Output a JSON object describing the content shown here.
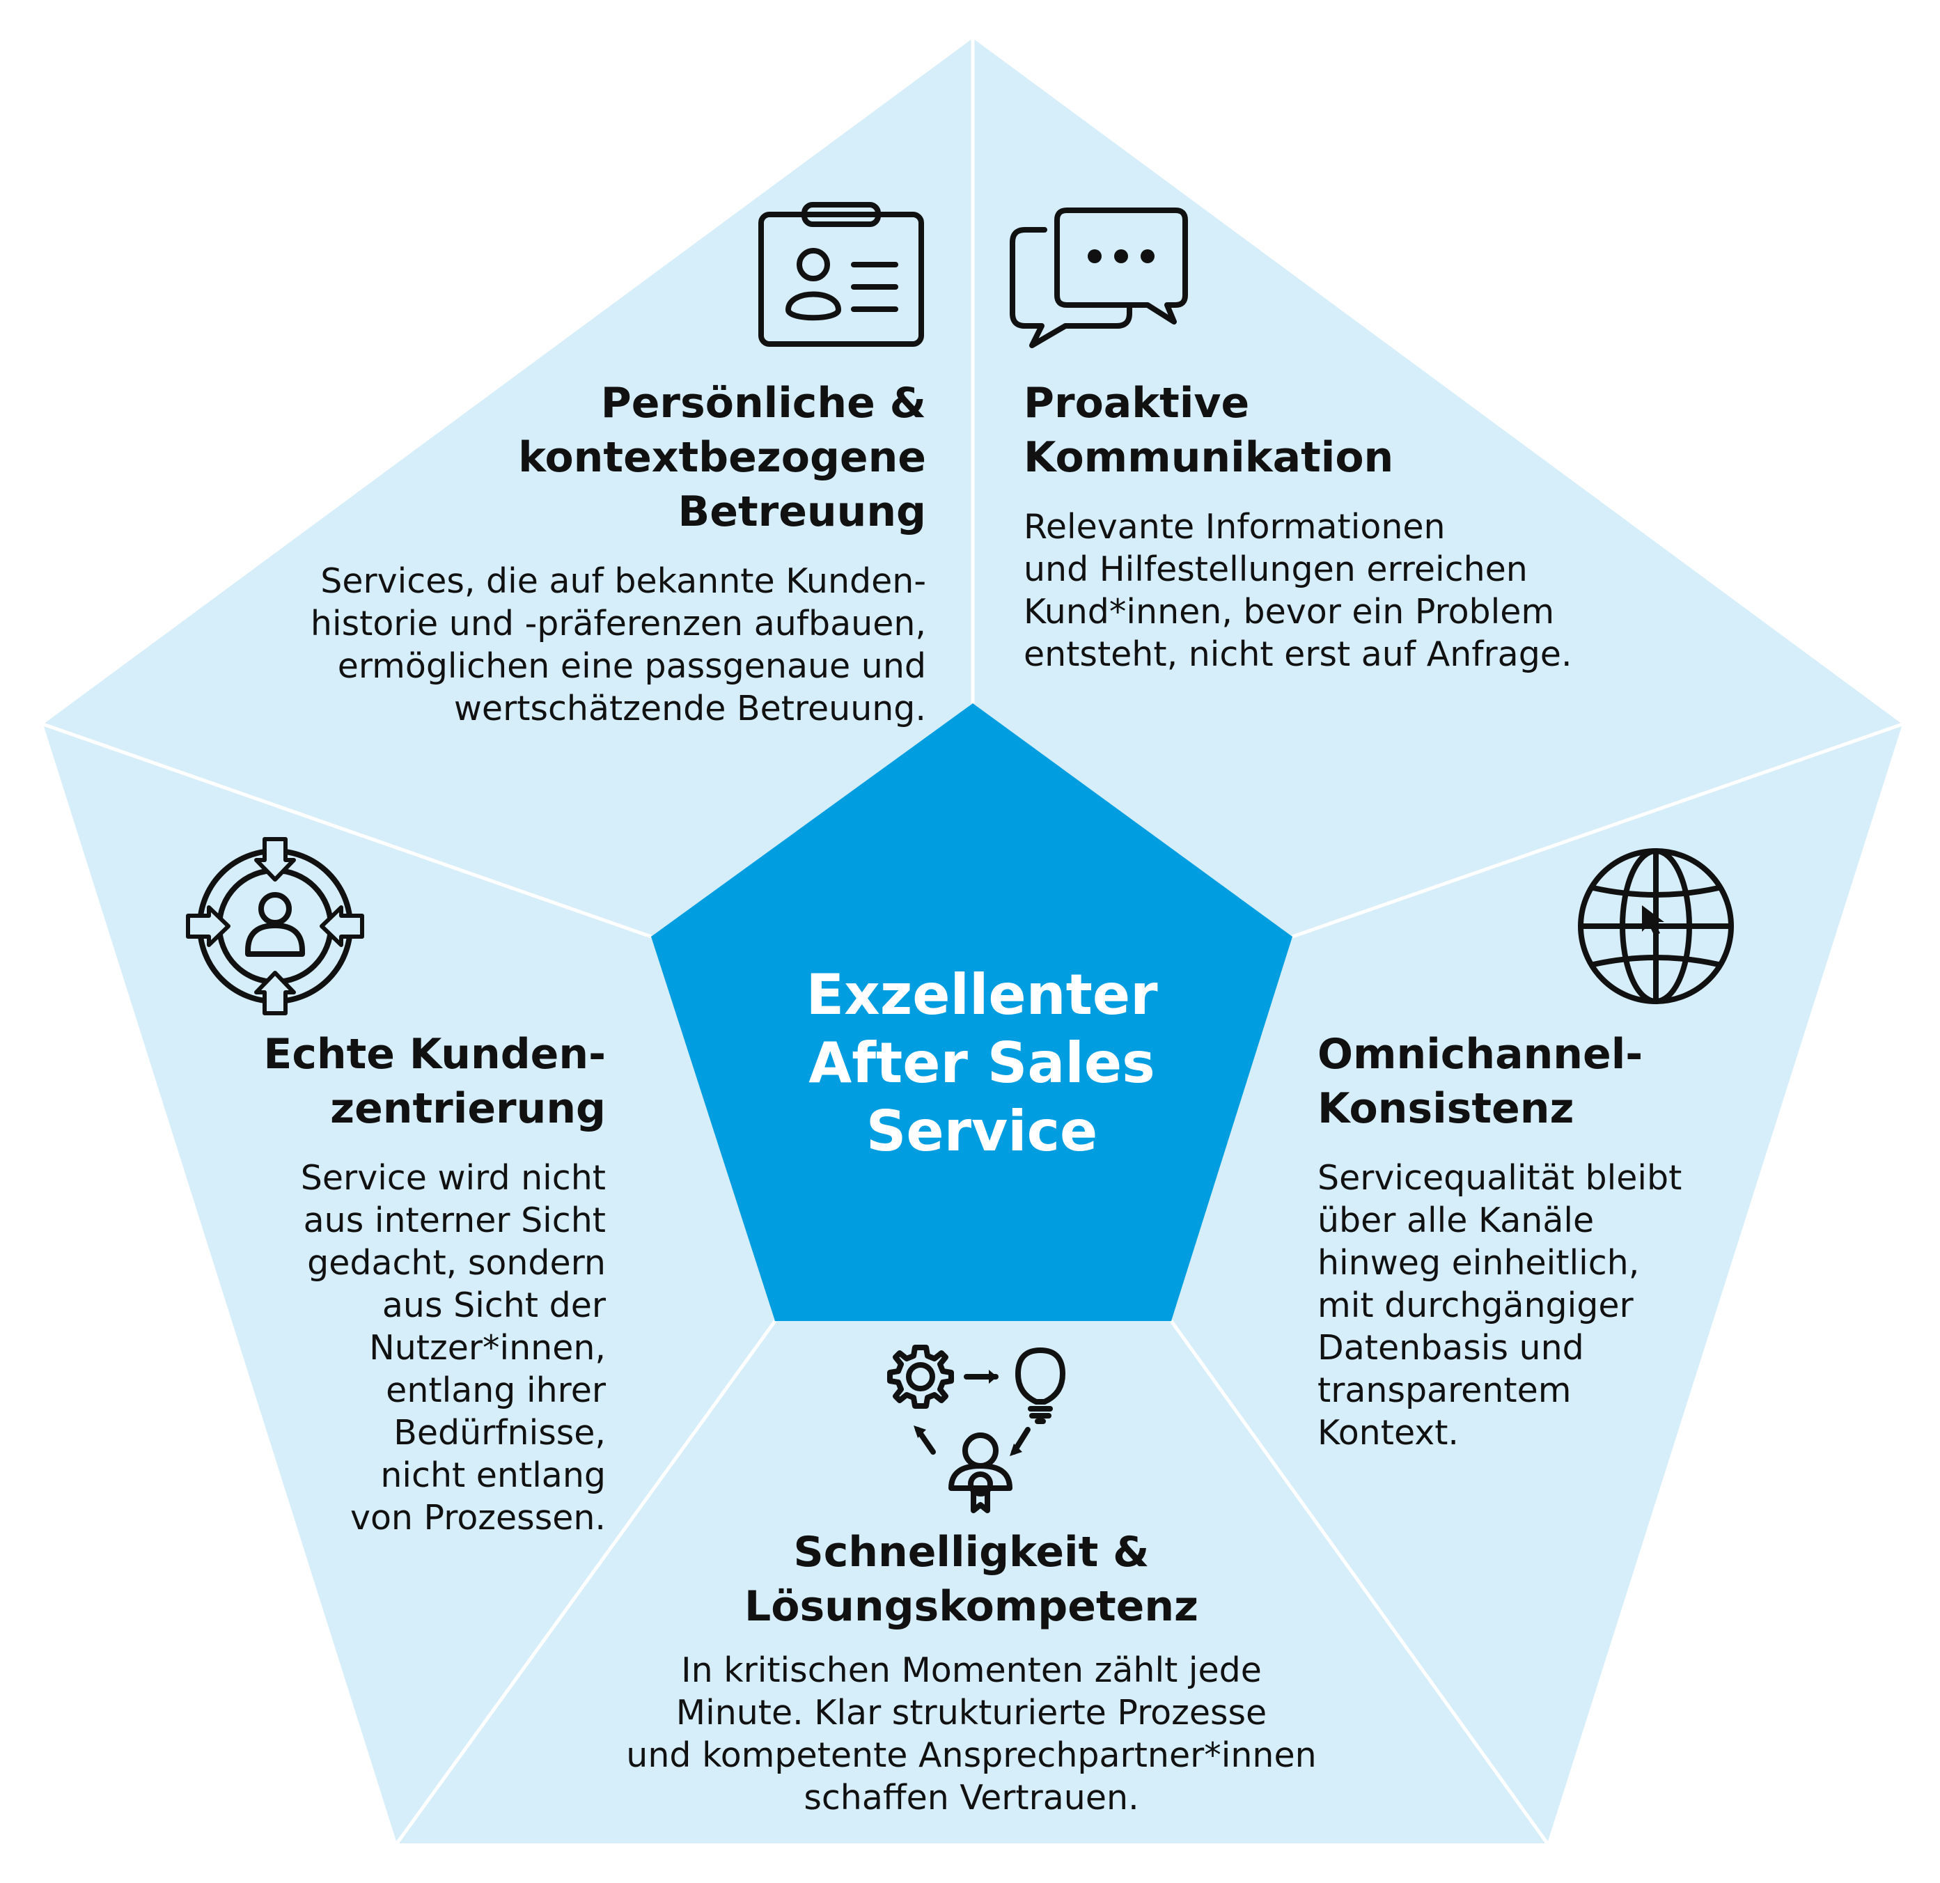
{
  "colors": {
    "background": "#ffffff",
    "segment_fill": "#d6eefa",
    "segment_divider": "#ffffff",
    "center_fill": "#009ee0",
    "center_text": "#ffffff",
    "text": "#111111",
    "icon_stroke": "#111111"
  },
  "center": {
    "title": "Exzellenter\nAfter Sales\nService"
  },
  "segments": {
    "personal": {
      "icon": "id-badge-icon",
      "title": "Persönliche &\nkontextbezogene\nBetreuung",
      "description": "Services, die auf bekannte Kunden-\nhistorie und -präferenzen aufbauen,\nermöglichen eine passgenaue und\nwertschätzende Betreuung."
    },
    "proactive": {
      "icon": "chat-bubbles-icon",
      "title": "Proaktive\nKommunikation",
      "description": "Relevante Informationen\nund Hilfestellungen erreichen\nKund*innen, bevor ein Problem\nentsteht, nicht erst auf Anfrage."
    },
    "customer_centric": {
      "icon": "customer-target-icon",
      "title": "Echte Kunden-\nzentrierung",
      "description": "Service wird nicht\naus interner Sicht\ngedacht, sondern\naus Sicht der\nNutzer*innen,\nentlang ihrer\nBedürfnisse,\nnicht entlang\nvon Prozessen."
    },
    "omnichannel": {
      "icon": "globe-cursor-icon",
      "title": "Omnichannel-\nKonsistenz",
      "description": "Servicequalität bleibt\nüber alle Kanäle\nhinweg einheitlich,\nmit durchgängiger\nDatenbasis und\ntransparentem\nKontext."
    },
    "speed": {
      "icon": "process-expert-icon",
      "title": "Schnelligkeit &\nLösungskompetenz",
      "description": "In kritischen Momenten zählt jede\nMinute. Klar strukturierte Prozesse\nund kompetente Ansprechpartner*innen\nschaffen Vertrauen."
    }
  }
}
